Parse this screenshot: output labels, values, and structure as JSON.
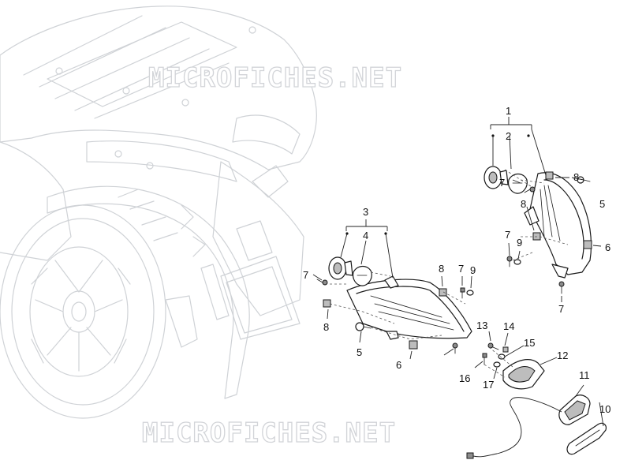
{
  "watermark": {
    "text": "MICROFICHES.NET"
  },
  "callouts": {
    "c1": "1",
    "c2": "2",
    "c3": "3",
    "c4": "4",
    "c5a": "5",
    "c5b": "5",
    "c6a": "6",
    "c6b": "6",
    "c7a": "7",
    "c7b": "7",
    "c7c": "7",
    "c7d": "7",
    "c7e": "7",
    "c8a": "8",
    "c8b": "8",
    "c8c": "8",
    "c8d": "8",
    "c9a": "9",
    "c9b": "9",
    "c10": "10",
    "c11": "11",
    "c12": "12",
    "c13": "13",
    "c14": "14",
    "c15": "15",
    "c16": "16",
    "c17": "17"
  }
}
